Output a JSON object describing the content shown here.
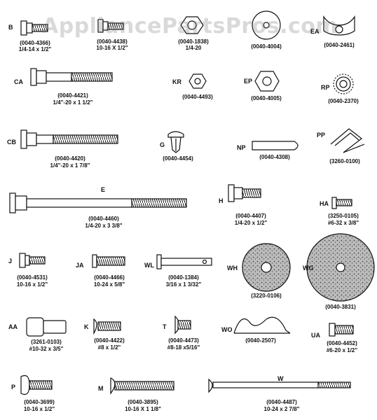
{
  "watermark": "AppliancePartsPros.com",
  "parts": {
    "b": {
      "letter": "B",
      "code": "(0040-4366)",
      "size": "1/4-14 x 1/2\""
    },
    "d": {
      "letter": "",
      "code": "(0040-4438)",
      "size": "10-16 X 1/2\""
    },
    "nut1": {
      "letter": "",
      "code": "(0040-1838)",
      "size": "1/4-20"
    },
    "washer1": {
      "letter": "",
      "code": "(0040-4004)",
      "size": ""
    },
    "ea": {
      "letter": "EA",
      "code": "(0040-2461)",
      "size": ""
    },
    "ca": {
      "letter": "CA",
      "code": "(0040-4421)",
      "size": "1/4\"-20 x 1 1/2\""
    },
    "kr": {
      "letter": "KR",
      "code": "(0040-4493)",
      "size": ""
    },
    "ep": {
      "letter": "EP",
      "code": "(0040-4005)",
      "size": ""
    },
    "rp": {
      "letter": "RP",
      "code": "(0040-2370)",
      "size": ""
    },
    "cb": {
      "letter": "CB",
      "code": "(0040-4420)",
      "size": "1/4\"-20 x 1 7/8\""
    },
    "g": {
      "letter": "G",
      "code": "(0040-4454)",
      "size": ""
    },
    "np": {
      "letter": "NP",
      "code": "(0040-4308)",
      "size": ""
    },
    "pp": {
      "letter": "PP",
      "code": "(3260-0100)",
      "size": ""
    },
    "e": {
      "letter": "E",
      "code": "(0040-4460)",
      "size": "1/4-20 x 3 3/8\""
    },
    "h": {
      "letter": "H",
      "code": "(0040-4407)",
      "size": "1/4-20 x 1/2\""
    },
    "ha": {
      "letter": "HA",
      "code": "(3250-0105)",
      "size": "#6-32 x 3/8\""
    },
    "j": {
      "letter": "J",
      "code": "(0040-4531)",
      "size": "10-16 x 1/2\""
    },
    "ja": {
      "letter": "JA",
      "code": "(0040-4466)",
      "size": "10-24 x 5/8\""
    },
    "wl": {
      "letter": "WL",
      "code": "(0040-1384)",
      "size": "3/16 x 1 3/32\""
    },
    "wh": {
      "letter": "WH",
      "code": "(3220-0106)",
      "size": ""
    },
    "wg": {
      "letter": "WG",
      "code": "(0040-3831)",
      "size": ""
    },
    "aa": {
      "letter": "AA",
      "code": "(3261-0103)",
      "size": "#10-32 x 3/5\""
    },
    "k": {
      "letter": "K",
      "code": "(0040-4422)",
      "size": "#8 x 1/2\""
    },
    "t": {
      "letter": "T",
      "code": "(0040-4473)",
      "size": "#8-18 x5/16\""
    },
    "wo": {
      "letter": "WO",
      "code": "(0040-2507)",
      "size": ""
    },
    "ua": {
      "letter": "UA",
      "code": "(0040-4452)",
      "size": "#6-20 x 1/2\""
    },
    "p": {
      "letter": "P",
      "code": "(0040-3699)",
      "size": "10-16 x 1/2\""
    },
    "m": {
      "letter": "M",
      "code": "(0040-3895)",
      "size": "10-16 X 1 1/8\""
    },
    "w": {
      "letter": "W",
      "code": "(0040-4487)",
      "size": "10-24 x 2 7/8\""
    }
  }
}
